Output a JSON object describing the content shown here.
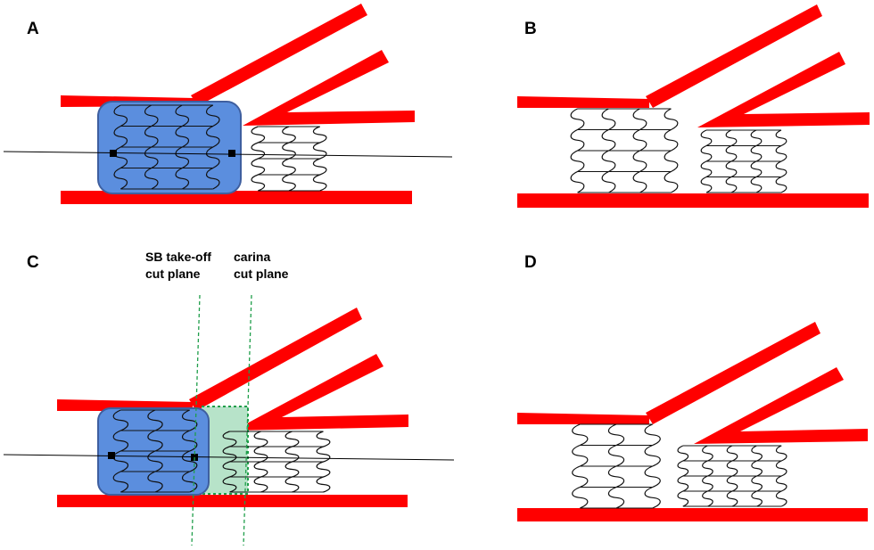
{
  "colors": {
    "vessel": "#ff0000",
    "stent_strut": "#111111",
    "balloon_fill": "#5b8ede",
    "balloon_stroke": "#3f5f9f",
    "cut_zone_fill": "#b7e3c9",
    "cut_plane_line": "#1f9e4a",
    "guidewire": "#000000"
  },
  "panels": {
    "a": {
      "label": "A"
    },
    "b": {
      "label": "B"
    },
    "c": {
      "label": "C"
    },
    "d": {
      "label": "D"
    }
  },
  "annotations": {
    "sb_takeoff_line1": "SB take-off",
    "sb_takeoff_line2": "cut plane",
    "carina_line1": "carina",
    "carina_line2": "cut plane"
  }
}
